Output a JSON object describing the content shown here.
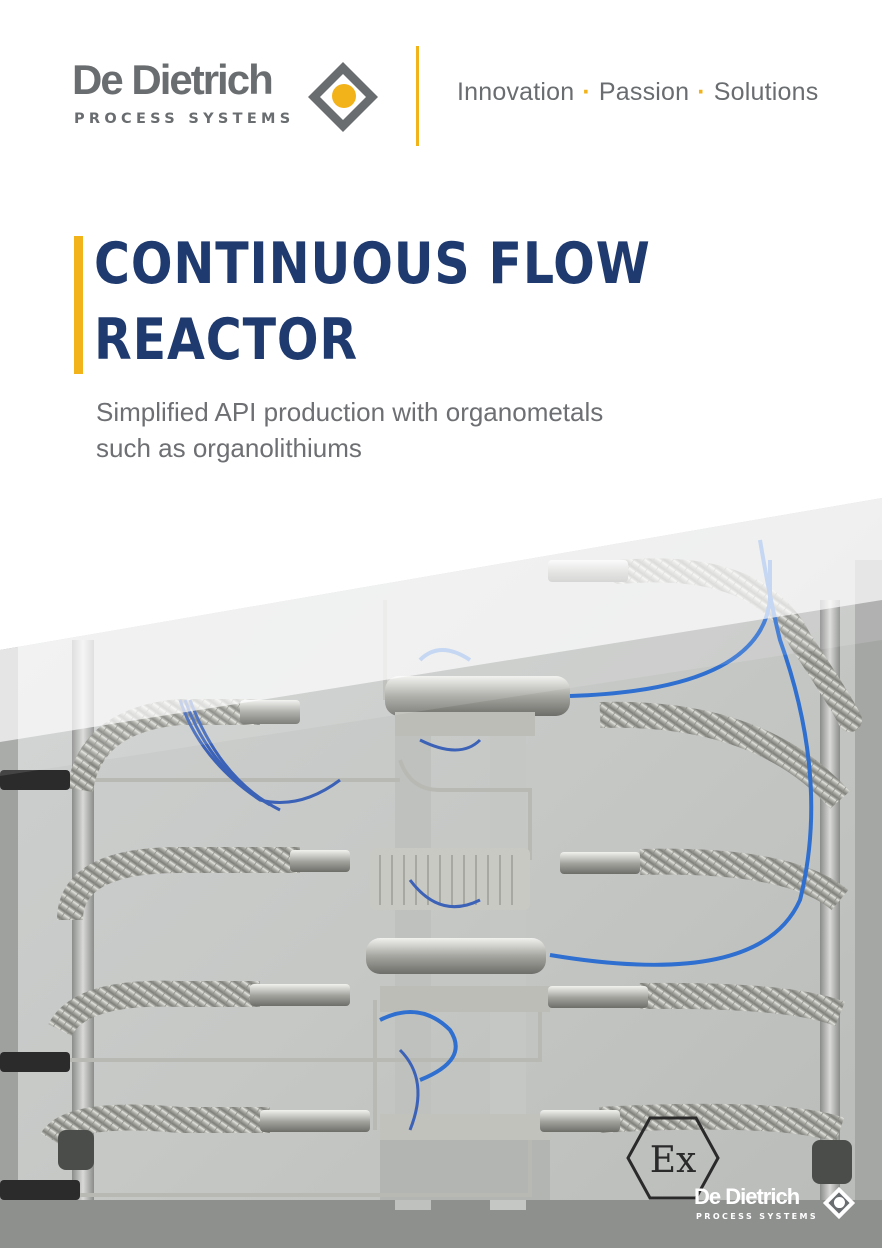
{
  "brand": {
    "name": "De Dietrich",
    "subname": "PROCESS SYSTEMS",
    "logo_icon": "diamond-circle-logo-icon",
    "color_gray": "#6a6d70",
    "color_yellow": "#f2b21a",
    "color_navy": "#1f3a6e"
  },
  "tagline": {
    "word1": "Innovation",
    "word2": "Passion",
    "word3": "Solutions",
    "separator": "·"
  },
  "title": {
    "line1": "CONTINUOUS FLOW",
    "line2": "REACTOR"
  },
  "subtitle": {
    "line1": "Simplified API production with organometals",
    "line2": "such as organolithiums"
  },
  "photo": {
    "ex_label": "Ex"
  },
  "footer_logo": {
    "name": "De Dietrich",
    "subname": "PROCESS SYSTEMS"
  }
}
